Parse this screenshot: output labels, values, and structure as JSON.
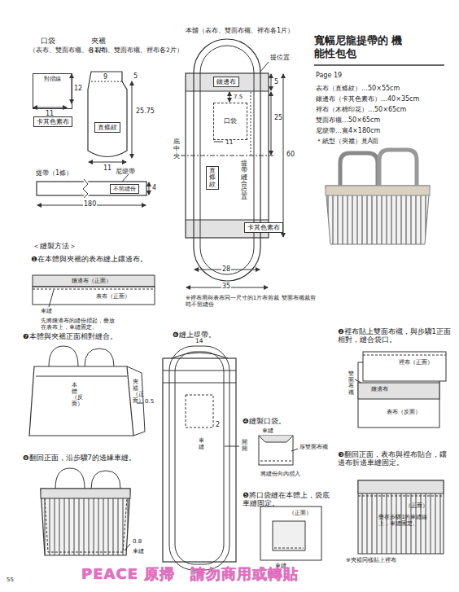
{
  "diagram": {
    "title": "寬幅尼龍提帶的 機能性包包",
    "nodes": [
      {
        "text": [
          "對摺線"
        ]
      },
      {
        "text": [
          "卡其色素布"
        ]
      },
      {
        "text": [
          "直條紋"
        ]
      },
      {
        "text": [
          "不留縫份"
        ]
      },
      {
        "text": [
          "鑲邊布"
        ]
      },
      {
        "text": [
          "口袋"
        ]
      },
      {
        "text": [
          "直條紋"
        ]
      },
      {
        "text": [
          "卡其色素布"
        ]
      }
    ],
    "labels": [
      "口袋",
      "（表布、雙面布襯、各1片）",
      "12",
      "11",
      "夾襠",
      "（表布、雙面布襯、裡布各2片）",
      "9",
      "5",
      "25.75",
      "11",
      "提帶（1條）",
      "尼龍帶",
      "4",
      "180",
      "本體（表布、雙面布襯、裡布各1片）",
      "提位置",
      "5",
      "7.5",
      "11",
      "25",
      "60",
      "提帶縫合位置",
      "底中央",
      "28",
      "35",
      "※裡布用與表布同一尺寸的1片布剪裁 雙面布襯裁剪時不留縫份",
      "Page 19",
      "表布（直條紋）…50×55cm",
      "鑲邊布（卡其色素布）…40×35cm",
      "裡布（木棉印花）…50×65cm",
      "雙面布襯…50×65cm",
      "尼龍帶…寬4×180cm",
      "＊紙型（夾襠）見A面",
      "＜縫製方法＞",
      "❶在本體與夾襠的表布縫上鑲邊布。",
      "鑲邊布（正面）",
      "表布（正面）",
      "車縫",
      "先將鑲邊布的縫份摺起，疊放在表布上，車縫固定。",
      "❷裡布貼上雙面布襯，與步驟1正面相對，縫合袋口。",
      "裡布（正面）",
      "雙面布襯",
      "鑲邊布",
      "表布（反面）",
      "❸翻回正面，表布與裡布貼合，鑲邊布折邊車縫固定。",
      "（正面）",
      "疊在步驟1的車縫線上，車縫固定。",
      "※夾襠同樣貼上裡布",
      "❹縫製口袋。",
      "車縫",
      "厚雙面布襯",
      "將縫份向內摺入",
      "❺將口袋縫在本體上，袋底車縫固定。",
      "（正面）",
      "車縫",
      "❻縫上提帶。",
      "14",
      "2",
      "車縫",
      "開開",
      "❼本體與夾襠正面相對縫合。",
      "本體（反面）",
      "夾襠（正面）",
      "0.5",
      "❽翻回正面，沿步驟7的邊緣車縫。",
      "0.8",
      "車縫",
      "55",
      "PEACE 原掃　請勿商用或轉貼"
    ]
  }
}
